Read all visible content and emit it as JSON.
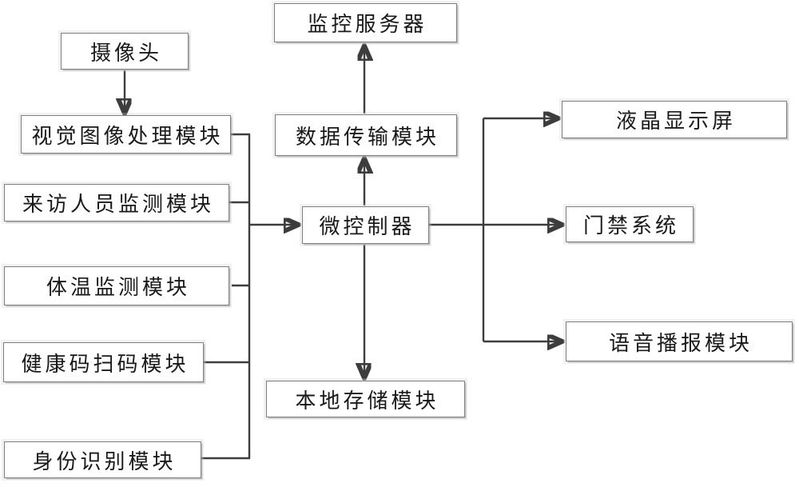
{
  "diagram": {
    "nodes": {
      "camera": {
        "label": "摄像头"
      },
      "monitor_server": {
        "label": "监控服务器"
      },
      "data_transmission": {
        "label": "数据传输模块"
      },
      "microcontroller": {
        "label": "微控制器"
      },
      "visual_processing": {
        "label": "视觉图像处理模块"
      },
      "visitor_monitoring": {
        "label": "来访人员监测模块"
      },
      "temperature_monitoring": {
        "label": "体温监测模块"
      },
      "health_code_scanning": {
        "label": "健康码扫码模块"
      },
      "identity_recognition": {
        "label": "身份识别模块"
      },
      "lcd_display": {
        "label": "液晶显示屏"
      },
      "access_control": {
        "label": "门禁系统"
      },
      "voice_broadcast": {
        "label": "语音播报模块"
      },
      "local_storage": {
        "label": "本地存储模块"
      }
    },
    "edges": [
      {
        "from": "camera",
        "to": "visual_processing",
        "arrow": true
      },
      {
        "from": "visual_processing",
        "to": "microcontroller",
        "arrow": true
      },
      {
        "from": "visitor_monitoring",
        "to": "microcontroller",
        "arrow": true
      },
      {
        "from": "temperature_monitoring",
        "to": "microcontroller",
        "arrow": true
      },
      {
        "from": "health_code_scanning",
        "to": "microcontroller",
        "arrow": true
      },
      {
        "from": "identity_recognition",
        "to": "microcontroller",
        "arrow": true
      },
      {
        "from": "microcontroller",
        "to": "data_transmission",
        "arrow": true
      },
      {
        "from": "data_transmission",
        "to": "monitor_server",
        "arrow": true
      },
      {
        "from": "microcontroller",
        "to": "local_storage",
        "arrow": true
      },
      {
        "from": "microcontroller",
        "to": "lcd_display",
        "arrow": true
      },
      {
        "from": "microcontroller",
        "to": "access_control",
        "arrow": true
      },
      {
        "from": "microcontroller",
        "to": "voice_broadcast",
        "arrow": true
      }
    ],
    "colors": {
      "line": "#3d3d3d",
      "box_border": "#7f7f7f",
      "box_fill": "#ffffff",
      "text": "#1a1a1a",
      "background": "#ffffff"
    }
  }
}
